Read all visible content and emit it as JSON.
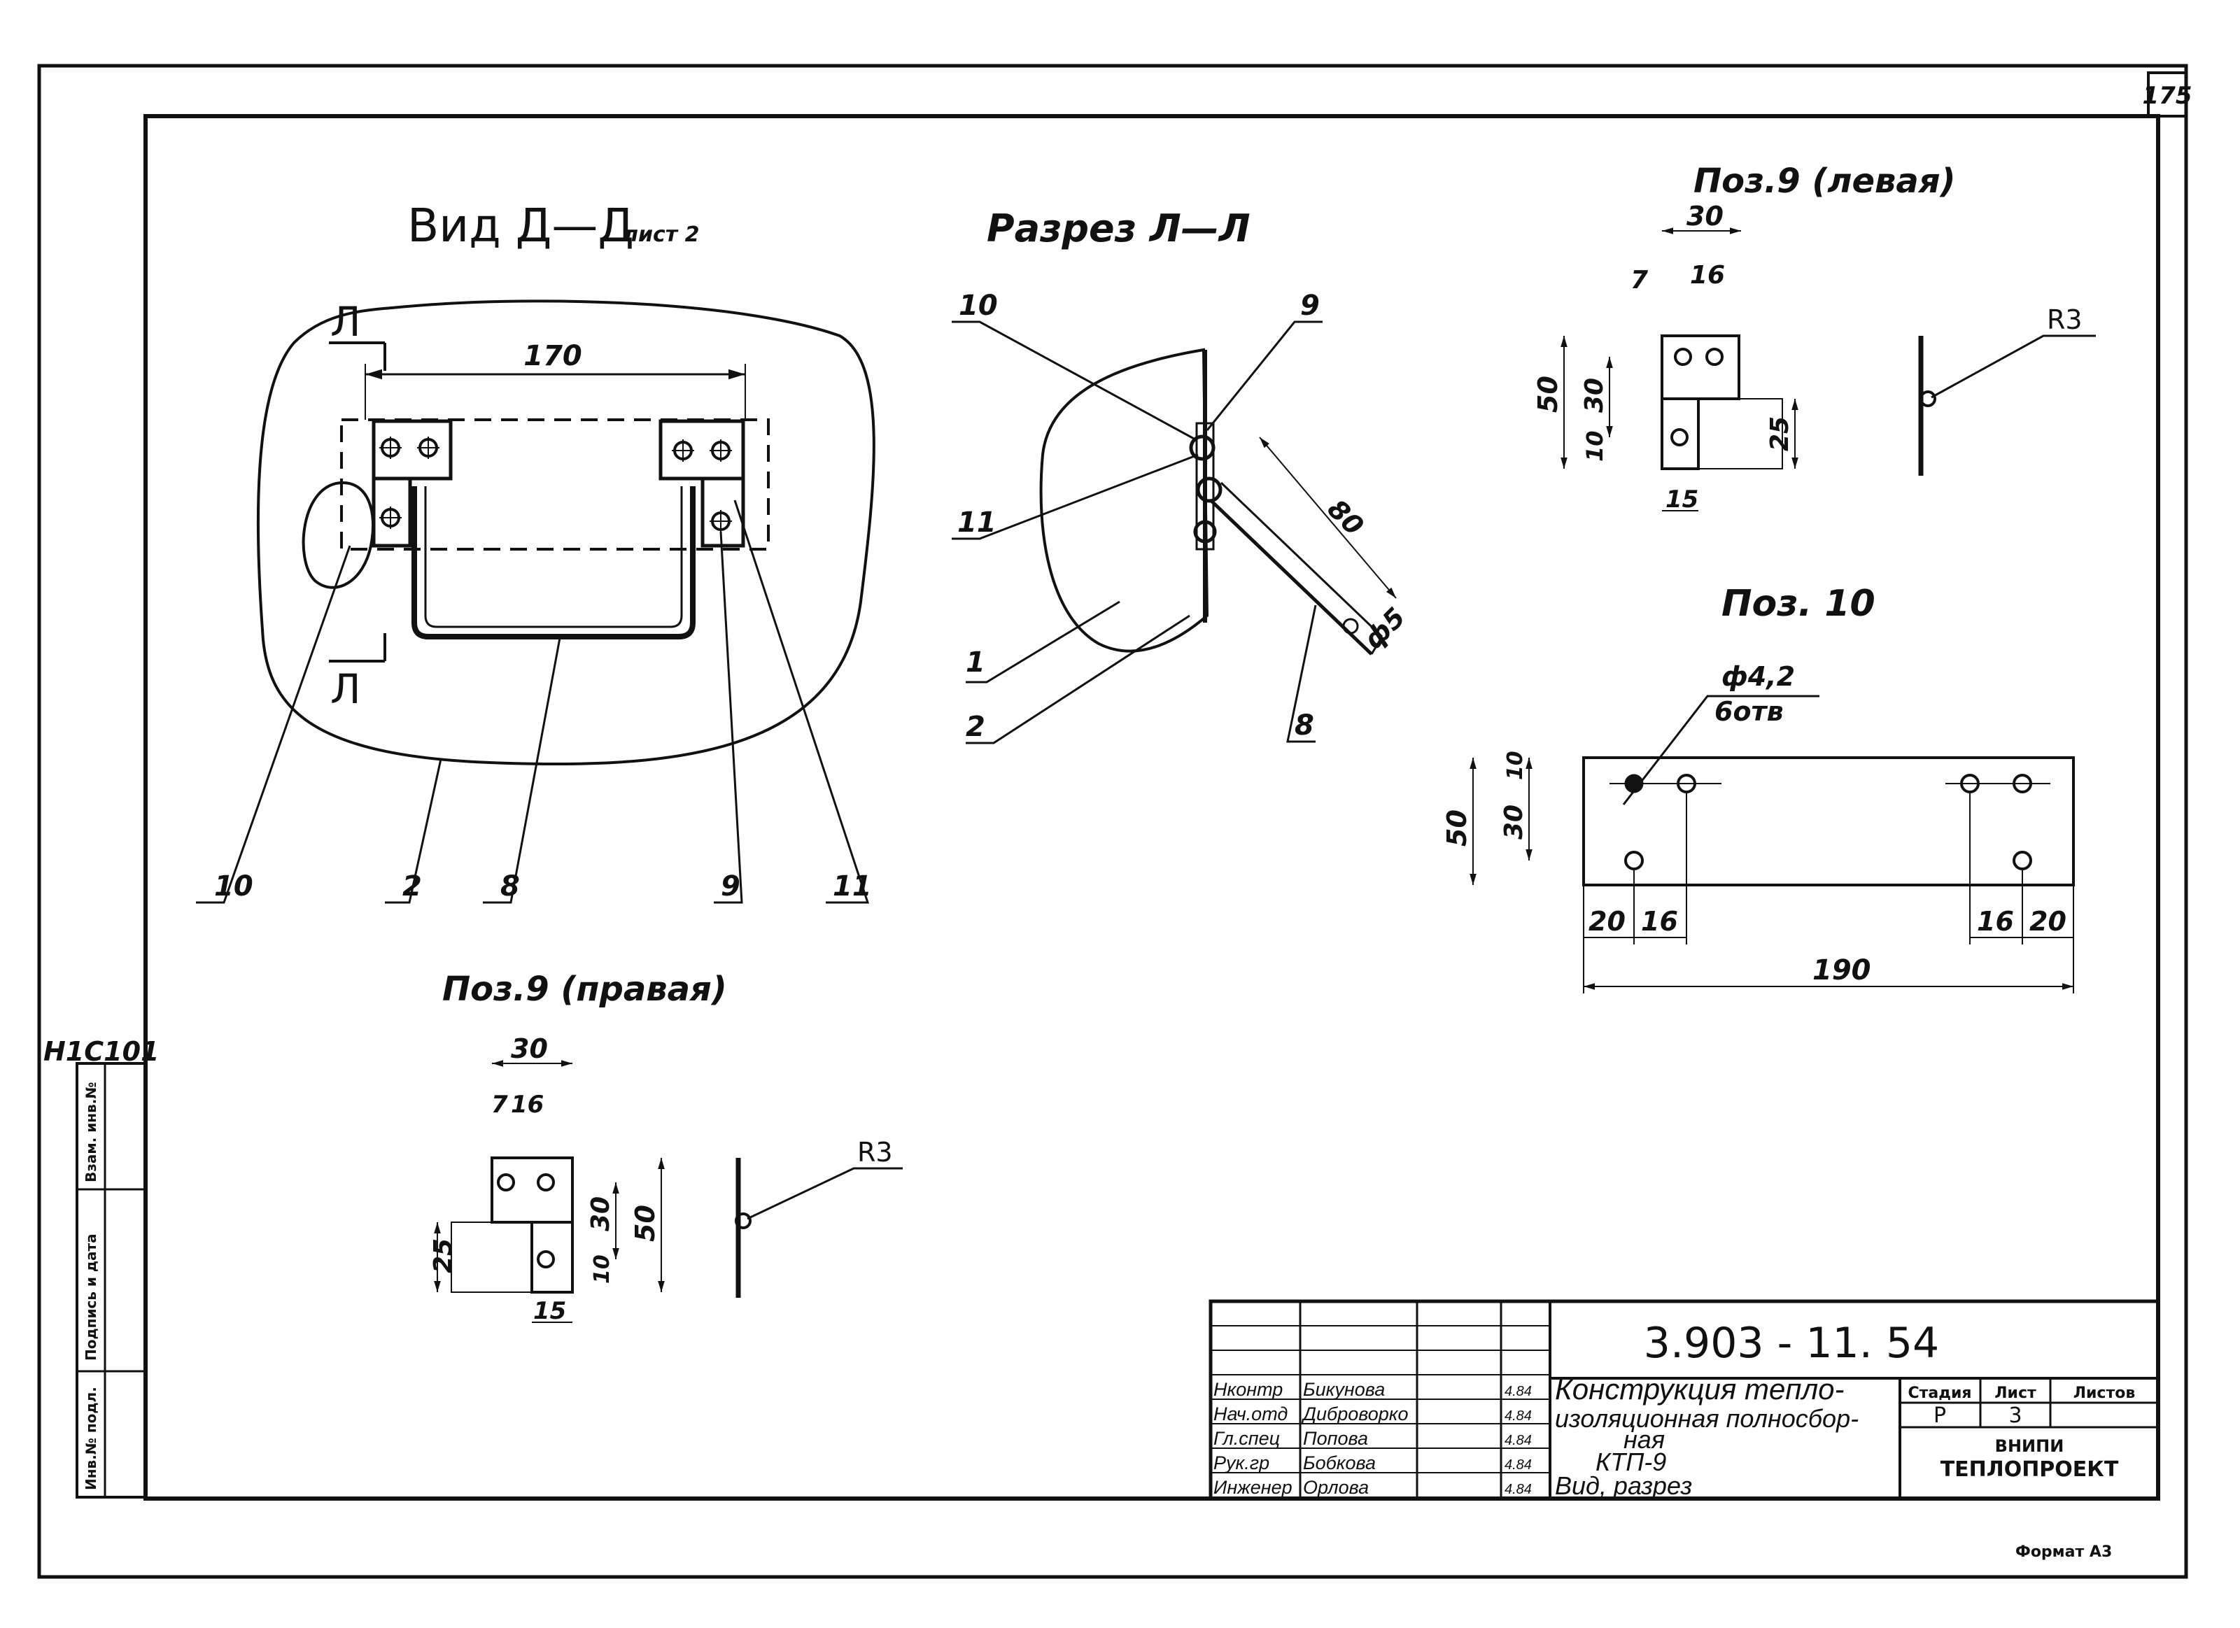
{
  "sheet": {
    "page_number": "175",
    "archive_number": "H1C101",
    "format_label": "Формат А3",
    "colors": {
      "ink": "#111111",
      "paper": "#ffffff"
    }
  },
  "side_stamp": {
    "cells": [
      "Инв.№ подл.",
      "Подпись и дата",
      "Взам. инв.№"
    ]
  },
  "views": {
    "view_d": {
      "title": "Вид Д—Д",
      "title_ref": "лист 2",
      "section_mark": "Л",
      "dim_width": "170",
      "callouts": [
        "10",
        "2",
        "8",
        "9",
        "11"
      ]
    },
    "section_l": {
      "title": "Разрез Л—Л",
      "dim_length": "80",
      "dim_dia": "ф5",
      "callouts_left": [
        "10",
        "11",
        "1",
        "2"
      ],
      "callout_top": "9",
      "callout_bottom": "8"
    },
    "pos9_left": {
      "title": "Поз.9 (левая)",
      "dims": {
        "w30": "30",
        "a7": "7",
        "a16": "16",
        "h50": "50",
        "h30": "30",
        "h10": "10",
        "h25": "25",
        "w15": "15"
      },
      "radius": "R3"
    },
    "pos10": {
      "title": "Поз. 10",
      "hole_note": "ф4,2",
      "hole_count": "6отв",
      "dims": {
        "h50": "50",
        "h10": "10",
        "h30": "30",
        "l20": "20",
        "l16": "16",
        "r16": "16",
        "r20": "20",
        "total": "190"
      }
    },
    "pos9_right": {
      "title": "Поз.9 (правая)",
      "dims": {
        "w30": "30",
        "a7": "7",
        "a16": "16",
        "h50": "50",
        "h30": "30",
        "h10": "10",
        "h25": "25",
        "w15": "15"
      },
      "radius": "R3"
    }
  },
  "title_block": {
    "doc_code": "3.903 - 11. 54",
    "title_lines": [
      "Конструкция тепло-",
      "изоляционная полносбор-",
      "ная",
      "КТП-9",
      "Вид, разрез"
    ],
    "stage_header": "Стадия",
    "sheet_header": "Лист",
    "sheets_header": "Листов",
    "stage": "Р",
    "sheet_no": "3",
    "sheets_total": "",
    "org_line1": "ВНИПИ",
    "org_line2": "ТЕПЛОПРОЕКТ",
    "people": [
      {
        "role": "Нконтр",
        "name": "Бикунова",
        "date": "4.84"
      },
      {
        "role": "Нач.отд",
        "name": "Диброворко",
        "date": "4.84"
      },
      {
        "role": "Гл.спец",
        "name": "Попова",
        "date": "4.84"
      },
      {
        "role": "Рук.гр",
        "name": "Бобкова",
        "date": "4.84"
      },
      {
        "role": "Инженер",
        "name": "Орлова",
        "date": "4.84"
      }
    ]
  }
}
